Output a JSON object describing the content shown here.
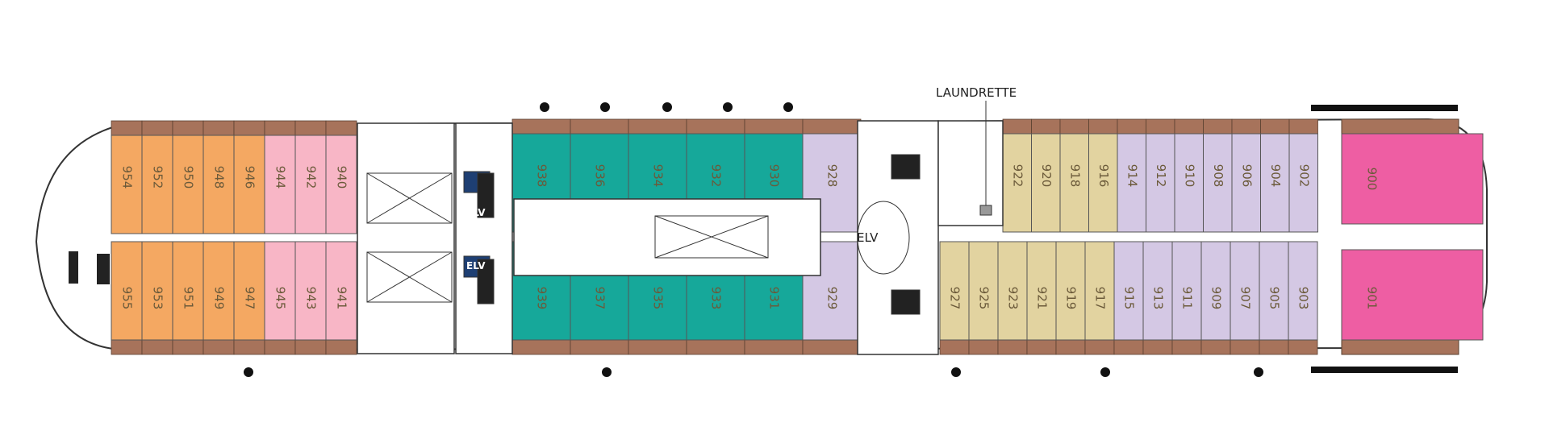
{
  "labels": {
    "laundrette": "LAUNDRETTE",
    "elevator": "ELV"
  },
  "colors": {
    "orange": "#f4a862",
    "pink_light": "#f8b6c6",
    "teal": "#16a89a",
    "lavender": "#d4c8e4",
    "beige": "#e2d3a0",
    "magenta": "#ee5ea3",
    "balcony": "#a7735b",
    "outline": "#333333"
  },
  "cabins": {
    "forward_top": [
      {
        "number": "954",
        "color": "orange"
      },
      {
        "number": "952",
        "color": "orange"
      },
      {
        "number": "950",
        "color": "orange"
      },
      {
        "number": "948",
        "color": "orange"
      },
      {
        "number": "946",
        "color": "orange"
      },
      {
        "number": "944",
        "color": "pink_light"
      },
      {
        "number": "942",
        "color": "pink_light"
      },
      {
        "number": "940",
        "color": "pink_light"
      }
    ],
    "forward_bottom": [
      {
        "number": "955",
        "color": "orange"
      },
      {
        "number": "953",
        "color": "orange"
      },
      {
        "number": "951",
        "color": "orange"
      },
      {
        "number": "949",
        "color": "orange"
      },
      {
        "number": "947",
        "color": "orange"
      },
      {
        "number": "945",
        "color": "pink_light"
      },
      {
        "number": "943",
        "color": "pink_light"
      },
      {
        "number": "941",
        "color": "pink_light"
      }
    ],
    "mid_top": [
      {
        "number": "938",
        "color": "teal"
      },
      {
        "number": "936",
        "color": "teal"
      },
      {
        "number": "934",
        "color": "teal"
      },
      {
        "number": "932",
        "color": "teal"
      },
      {
        "number": "930",
        "color": "teal"
      },
      {
        "number": "928",
        "color": "lavender"
      }
    ],
    "mid_bottom": [
      {
        "number": "939",
        "color": "teal"
      },
      {
        "number": "937",
        "color": "teal"
      },
      {
        "number": "935",
        "color": "teal"
      },
      {
        "number": "933",
        "color": "teal"
      },
      {
        "number": "931",
        "color": "teal"
      },
      {
        "number": "929",
        "color": "lavender"
      }
    ],
    "aft_top": [
      {
        "number": "922",
        "color": "beige"
      },
      {
        "number": "920",
        "color": "beige"
      },
      {
        "number": "918",
        "color": "beige"
      },
      {
        "number": "916",
        "color": "beige"
      },
      {
        "number": "914",
        "color": "lavender"
      },
      {
        "number": "912",
        "color": "lavender"
      },
      {
        "number": "910",
        "color": "lavender"
      },
      {
        "number": "908",
        "color": "lavender"
      },
      {
        "number": "906",
        "color": "lavender"
      },
      {
        "number": "904",
        "color": "lavender"
      },
      {
        "number": "902",
        "color": "lavender"
      }
    ],
    "aft_bottom": [
      {
        "number": "927",
        "color": "beige"
      },
      {
        "number": "925",
        "color": "beige"
      },
      {
        "number": "923",
        "color": "beige"
      },
      {
        "number": "921",
        "color": "beige"
      },
      {
        "number": "919",
        "color": "beige"
      },
      {
        "number": "917",
        "color": "beige"
      },
      {
        "number": "915",
        "color": "lavender"
      },
      {
        "number": "913",
        "color": "lavender"
      },
      {
        "number": "911",
        "color": "lavender"
      },
      {
        "number": "909",
        "color": "lavender"
      },
      {
        "number": "907",
        "color": "lavender"
      },
      {
        "number": "905",
        "color": "lavender"
      },
      {
        "number": "903",
        "color": "lavender"
      }
    ],
    "suites": [
      {
        "number": "900",
        "color": "magenta"
      },
      {
        "number": "901",
        "color": "magenta"
      }
    ]
  }
}
